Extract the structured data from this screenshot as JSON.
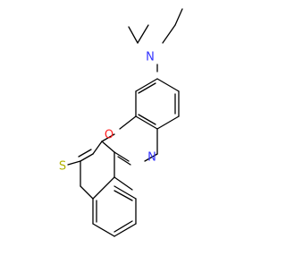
{
  "structure": {
    "atom_labels": {
      "nitrogen_amine": "N",
      "nitrogen_ring": "N",
      "oxygen_ring": "O",
      "sulfur_thione": "S"
    },
    "atom_colors": {
      "N": "#3333ff",
      "O": "#ff2020",
      "S": "#b2b200",
      "C": "#000000"
    }
  }
}
